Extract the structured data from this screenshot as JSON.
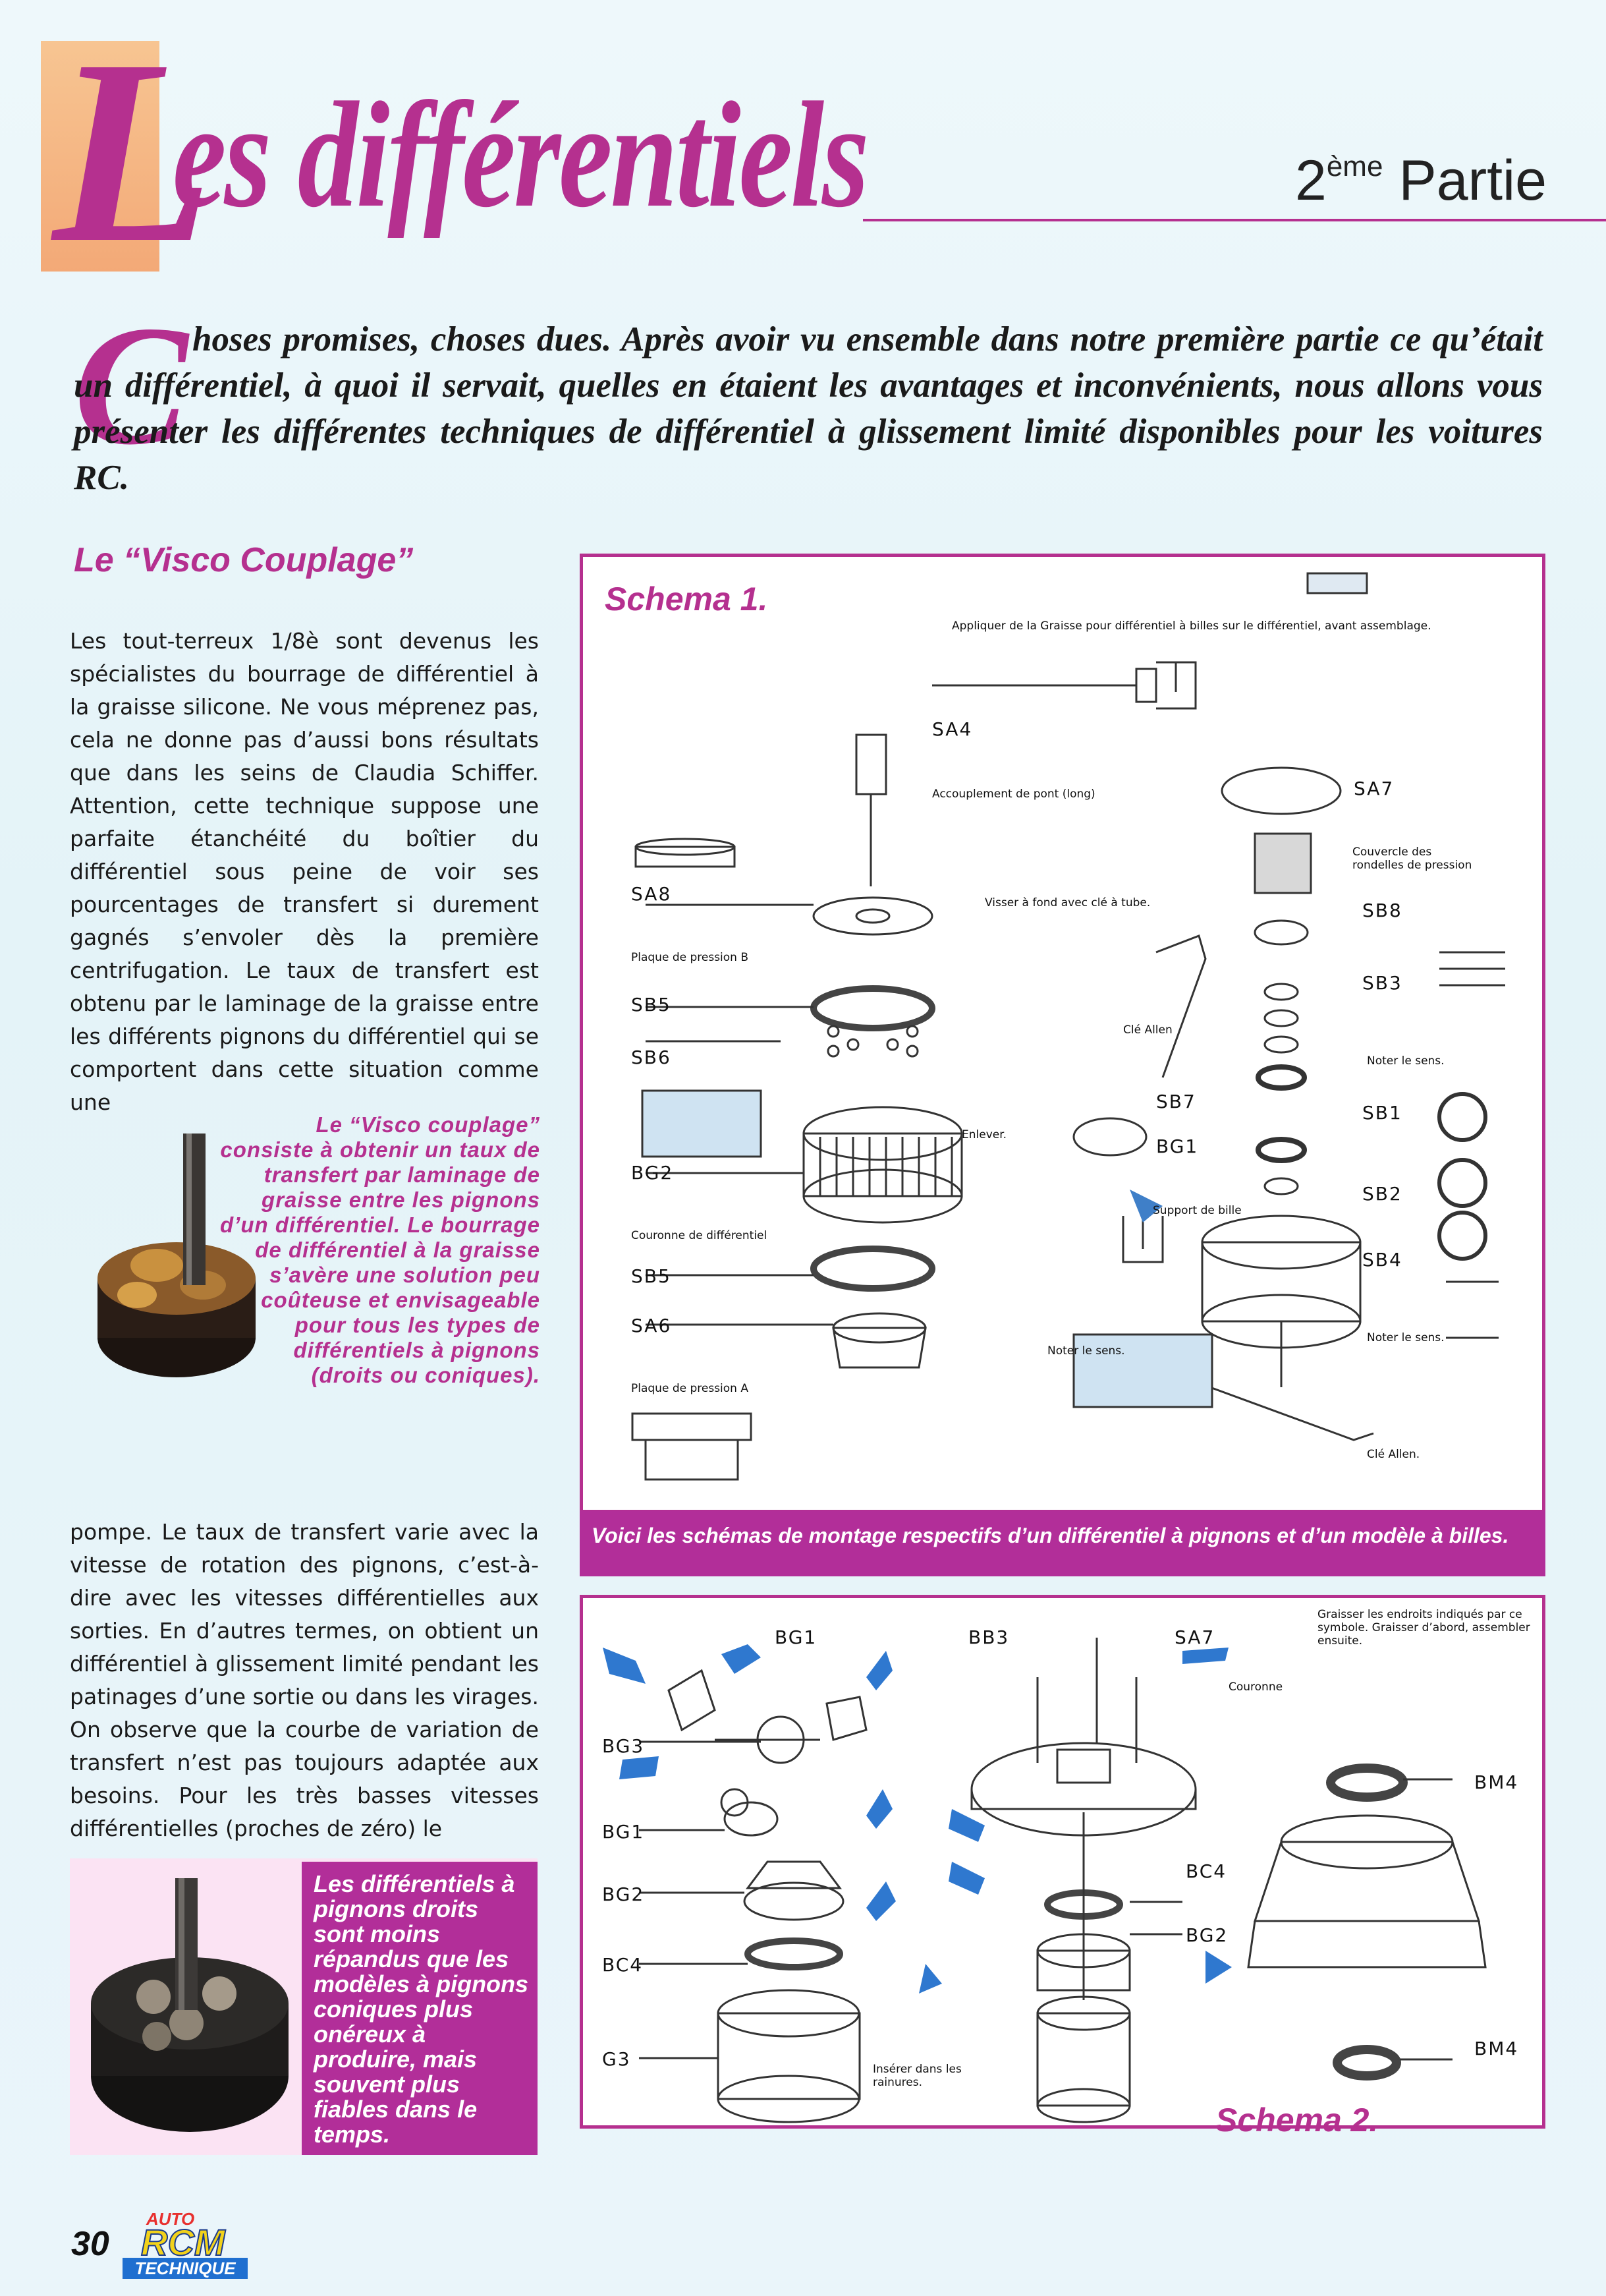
{
  "header": {
    "title_initial": "L",
    "title_rest": "es différentiels",
    "part_number": "2",
    "part_suffix": "ème",
    "part_word": "Partie"
  },
  "intro": {
    "drop_cap": "C",
    "text": "hoses promises, choses dues. Après avoir vu ensemble dans notre première partie ce qu’était un différentiel, à quoi il servait, quelles en étaient les avantages et inconvénients, nous allons vous présenter les différentes techniques de différentiel à glissement limité disponibles pour les voitures RC."
  },
  "section": {
    "title": "Le “Visco Couplage”",
    "paragraph1": "Les tout-terreux 1/8è sont devenus les spécialistes du bourrage de différentiel à la graisse silicone. Ne vous méprenez pas, cela ne donne pas d’aussi bons résultats que dans les seins de Claudia Schiffer. Attention, cette technique suppose une parfaite étanchéité du boîtier du différentiel sous peine de voir ses pourcentages de transfert si durement gagnés s’envoler dès la première centrifugation. Le taux de transfert est obtenu par le laminage de la graisse entre les différents pignons du différentiel qui se comportent dans cette situation comme une",
    "paragraph2": "pompe. Le taux de transfert varie avec la vitesse de rotation des pignons, c’est-à-dire avec les vitesses différentielles aux sorties. En d’autres termes, on obtient un différentiel à glissement limité pendant les patinages d’une sortie ou dans les virages. On observe que la courbe de variation de transfert n’est pas toujours adaptée aux besoins. Pour les très basses vitesses différentielles (proches de zéro) le",
    "photo1_caption": "Le “Visco couplage” consiste à obtenir un taux de transfert par laminage de graisse entre les pignons d’un différentiel. Le bourrage de différentiel à la graisse s’avère une solution peu coûteuse et envisageable pour tous les types de différentiels à pignons (droits ou coniques).",
    "photo2_caption": "Les différentiels à pignons droits sont moins répandus que les modèles à pignons coniques plus onéreux à produire, mais souvent plus fiables dans le temps."
  },
  "schema1": {
    "title": "Schema 1.",
    "note_top": "Appliquer de la Graisse pour différentiel à billes sur le différentiel, avant assemblage.",
    "labels": {
      "sa4": "SA4",
      "accouplement": "Accouplement de pont (long)",
      "sa8": "SA8",
      "visser": "Visser à fond avec clé à tube.",
      "plaque_b": "Plaque de pression B",
      "sb5a": "SB5",
      "sb6": "SB6",
      "bg2": "BG2",
      "couronne": "Couronne de différentiel",
      "sb5b": "SB5",
      "sa6": "SA6",
      "plaque_a": "Plaque de pression A",
      "enlever": "Enlever.",
      "cle_allen": "Clé Allen",
      "sb7": "SB7",
      "bg1": "BG1",
      "support": "Support de bille",
      "noter1": "Noter le sens.",
      "sa7": "SA7",
      "couvercle": "Couvercle des rondelles de pression",
      "sb8": "SB8",
      "sb3": "SB3",
      "noter2": "Noter le sens.",
      "sb1": "SB1",
      "sb2": "SB2",
      "sb4": "SB4",
      "noter3": "Noter le sens.",
      "cle_allen2": "Clé Allen."
    }
  },
  "schema_caption": "Voici les schémas de montage respectifs d’un différentiel à pignons et d’un modèle à billes.",
  "schema2": {
    "title": "Schema 2.",
    "note_top": "Graisser les endroits indiqués par ce symbole. Graisser d’abord, assembler ensuite.",
    "labels": {
      "bg1a": "BG1",
      "bg3": "BG3",
      "bg1b": "BG1",
      "bg2": "BG2",
      "bc4a": "BC4",
      "g3": "G3",
      "bb3": "BB3",
      "sa7": "SA7",
      "couronne": "Couronne",
      "bc4b": "BC4",
      "bg2b": "BG2",
      "inserer": "Insérer dans les rainures.",
      "bm4a": "BM4",
      "bm4b": "BM4"
    }
  },
  "footer": {
    "page_number": "30",
    "logo_auto": "AUTO",
    "logo_rcm": "RCM",
    "logo_technique": "TECHNIQUE"
  },
  "colors": {
    "accent": "#b5308f",
    "title_box": "#f3a977",
    "caption_bg": "#b22e99"
  }
}
